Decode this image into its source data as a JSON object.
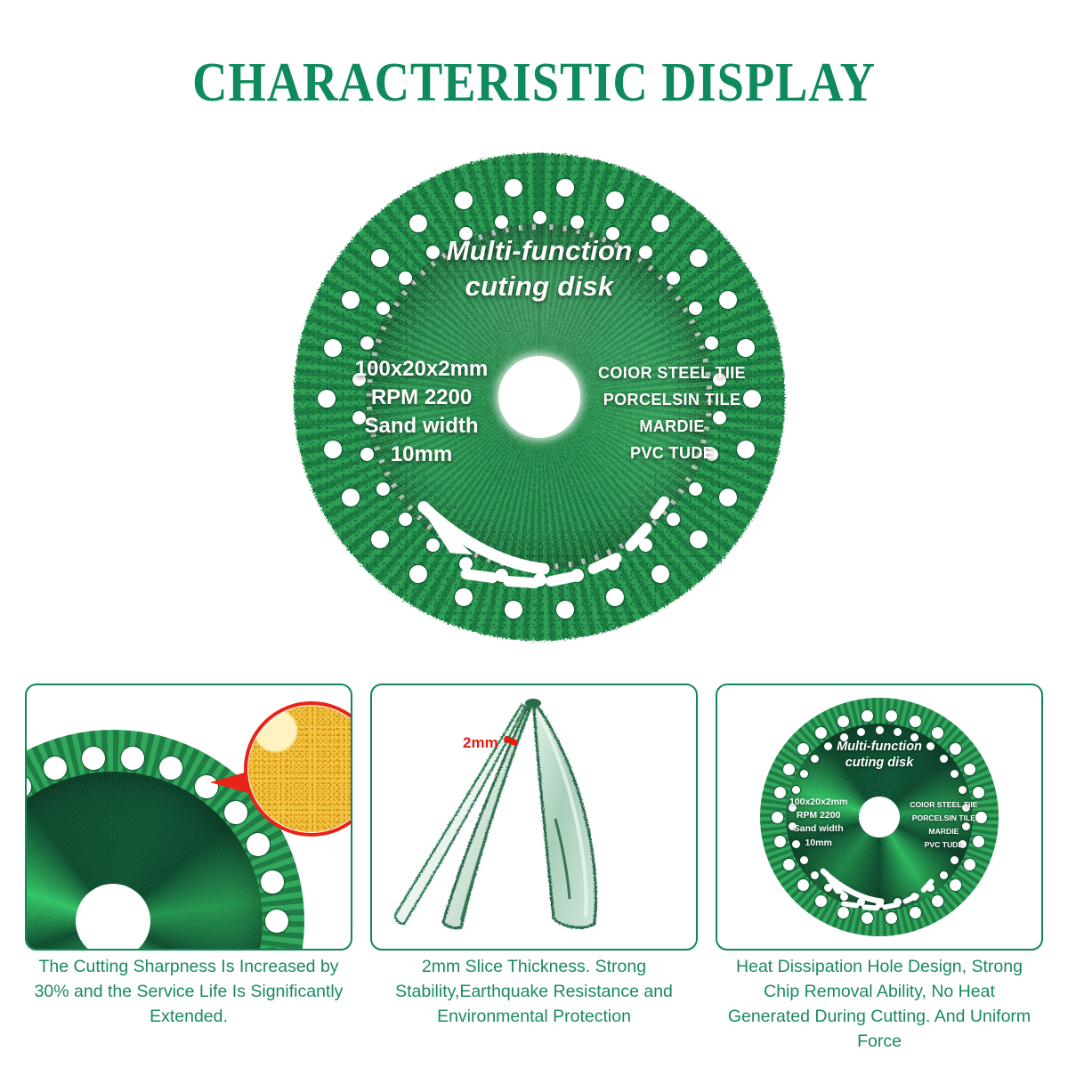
{
  "header": {
    "title": "CHARACTERISTIC DISPLAY",
    "title_color": "#0e8a5b"
  },
  "hero_disk": {
    "brand_line1": "Multi-function",
    "brand_line2": "cuting disk",
    "spec_size": "100x20x2mm",
    "spec_rpm": "RPM 2200",
    "spec_sand_label": "Sand width",
    "spec_sand_value": "10mm",
    "material_1": "COIOR STEEL TIIE",
    "material_2": "PORCELSIN TILE",
    "material_3": "MARDIE",
    "material_4": "PVC TUDE",
    "body_color": "#0c5232",
    "rim_color": "#2b8f4e",
    "arbor_color": "#ffffff"
  },
  "panels": [
    {
      "name": "sharpness-closeup",
      "magnifier_label": "grit-magnifier",
      "magnifier_ring_color": "#e8231a",
      "grit_color": "#f0c040"
    },
    {
      "name": "thickness-view",
      "thickness_label": "2mm",
      "thickness_label_color": "#e31d12"
    },
    {
      "name": "heat-dissipation-disk",
      "brand_line1": "Multi-function",
      "brand_line2": "cuting disk",
      "spec_size": "100x20x2mm",
      "spec_rpm": "RPM 2200",
      "spec_sand_label": "Sand width",
      "spec_sand_value": "10mm",
      "material_1": "COIOR STEEL TIIE",
      "material_2": "PORCELSIN TILE",
      "material_3": "MARDIE",
      "material_4": "PVC TUDE"
    }
  ],
  "captions": {
    "caption_1": "The Cutting Sharpness Is Increased by 30% and the Service Life Is Significantly Extended.",
    "caption_2": "2mm Slice Thickness. Strong Stability,Earthquake Resistance and Environmental Protection",
    "caption_3": "Heat Dissipation Hole Design, Strong Chip Removal Ability, No Heat Generated During Cutting. And Uniform Force",
    "caption_color": "#1a8a5e"
  },
  "panel_border_color": "#16855a",
  "background_color": "#ffffff"
}
